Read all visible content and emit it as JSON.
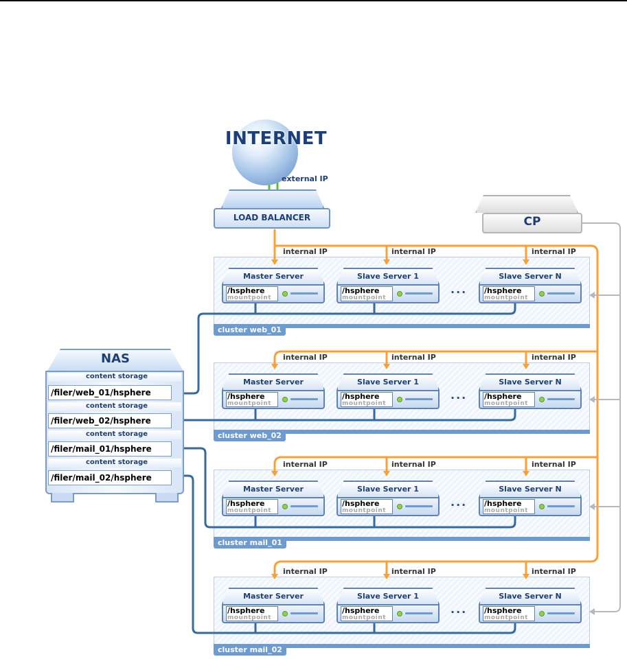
{
  "internet": {
    "label": "INTERNET"
  },
  "external_ip": "external IP",
  "load_balancer": {
    "label": "LOAD BALANCER"
  },
  "cp": {
    "label": "CP"
  },
  "internal_ip": "internal IP",
  "server_names": {
    "master": "Master Server",
    "slave1": "Slave Server 1",
    "slaveN": "Slave Server N"
  },
  "mount": {
    "path": "/hsphere",
    "sub": "mountpoint"
  },
  "ellipsis": "...",
  "clusters": [
    {
      "name": "cluster web_01"
    },
    {
      "name": "cluster web_02"
    },
    {
      "name": "cluster mail_01"
    },
    {
      "name": "cluster mail_02"
    }
  ],
  "nas": {
    "title": "NAS",
    "storage_label": "content storage",
    "paths": [
      "/filer/web_01/hsphere",
      "/filer/web_02/hsphere",
      "/filer/mail_01/hsphere",
      "/filer/mail_02/hsphere"
    ]
  },
  "colors": {
    "orange": "#f7a035",
    "blue_line": "#356a9e",
    "gray_line": "#b8b8b8",
    "green": "#5cbf2a"
  }
}
